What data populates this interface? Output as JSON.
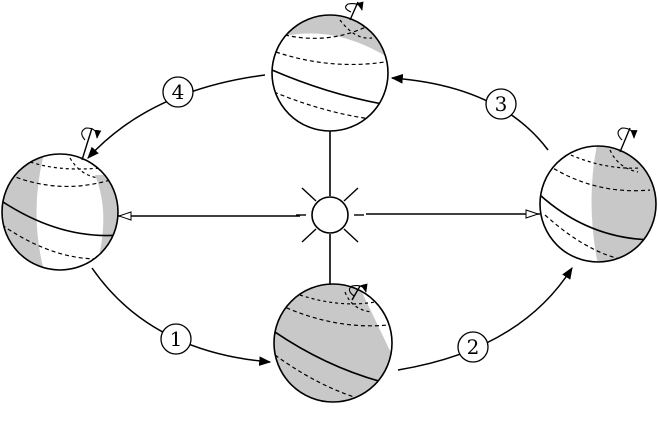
{
  "diagram": {
    "stage_labels": [
      "1",
      "2",
      "3",
      "4"
    ],
    "colors": {
      "ink": "#000000",
      "shade": "#c8c8c8",
      "paper": "#ffffff"
    },
    "icons": [
      "sun-icon",
      "earth-globe-icon",
      "rotation-arrow-icon",
      "orbit-arrow-icon"
    ]
  }
}
